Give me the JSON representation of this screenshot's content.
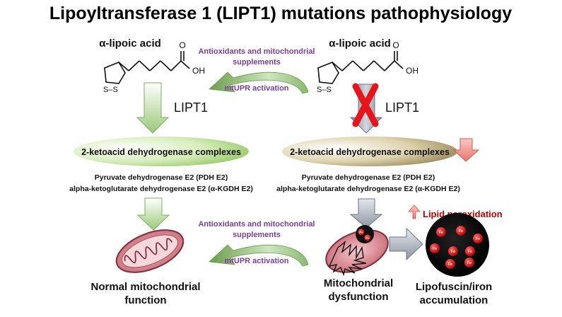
{
  "title": "Lipoyltransferase 1 (LIPT1) mutations pathophysiology",
  "left": {
    "acid_label": "α-lipoic acid",
    "enzyme_label": "LIPT1",
    "complex_label": "2-ketoacid  dehydrogenase  complexes",
    "enzymes_line1": "Pyruvate dehydrogenase E2 (PDH E2)",
    "enzymes_line2": "alpha-ketoglutarate dehydrogenase E2 (α-KGDH E2)",
    "outcome_line1": "Normal mitochondrial",
    "outcome_line2": "function"
  },
  "right": {
    "acid_label": "α-lipoic acid",
    "enzyme_label": "LIPT1",
    "complex_label": "2-ketoacid  dehydrogenase  complexes",
    "enzymes_line1": "Pyruvate dehydrogenase E2 (PDH E2)",
    "enzymes_line2": "alpha-ketoglutarate dehydrogenase E2 (α-KGDH E2)",
    "outcome_line1": "Mitochondrial",
    "outcome_line2": "dysfunction",
    "lipid_label": "Lipid peroxidation",
    "lipofuscin_line1": "Lipofuscin/iron",
    "lipofuscin_line2": "accumulation",
    "iron_label": "Fe"
  },
  "rescue_top": {
    "line1": "Antioxidants and mitochondrial",
    "line2": "supplements",
    "activation": "mtUPR activation"
  },
  "rescue_bottom": {
    "line1": "Antioxidants and mitochondrial",
    "line2": "supplements",
    "activation": "mtUPR activation"
  },
  "molecule": {
    "atom_o": "O",
    "atom_oh": "OH",
    "atom_s": "S–S"
  },
  "colors": {
    "rescue_text": "#7b3f98",
    "lipid_text": "#c00000",
    "blocked_x": "#e8141c",
    "green_ellipse": "#b6dd84",
    "tan_ellipse": "#c8b988"
  }
}
